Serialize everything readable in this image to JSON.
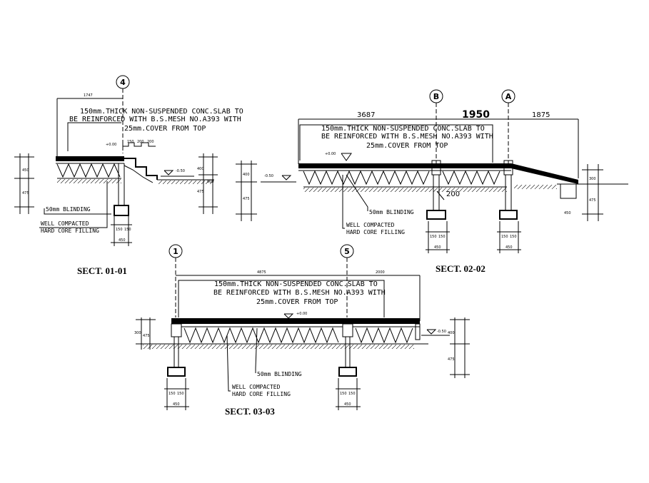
{
  "notes": {
    "slab_line1": "150mm.THICK NON-SUSPENDED CONC.SLAB TO",
    "slab_line2": "BE REINFORCED WITH B.S.MESH NO.A393 WITH",
    "slab_line3": "25mm.COVER FROM TOP",
    "blinding": "50mm BLINDING",
    "compacted_1": "WELL COMPACTED",
    "compacted_2": "HARD CORE FILLING"
  },
  "grid_labels": {
    "g4": "4",
    "gB": "B",
    "gA": "A",
    "g1": "1",
    "g5": "5"
  },
  "dims": {
    "d3687": "3687",
    "d1950": "1950",
    "d1875": "1875",
    "d200": "200"
  },
  "titles": {
    "s1": "SECT. 01-01",
    "s2": "SECT. 02-02",
    "s3": "SECT. 03-03"
  },
  "small_dims": {
    "s1_top": "1747",
    "s3_left": "4875",
    "s3_right": "2000",
    "lvl_plus": "+0.00",
    "lvl_minus": "-0.50"
  }
}
